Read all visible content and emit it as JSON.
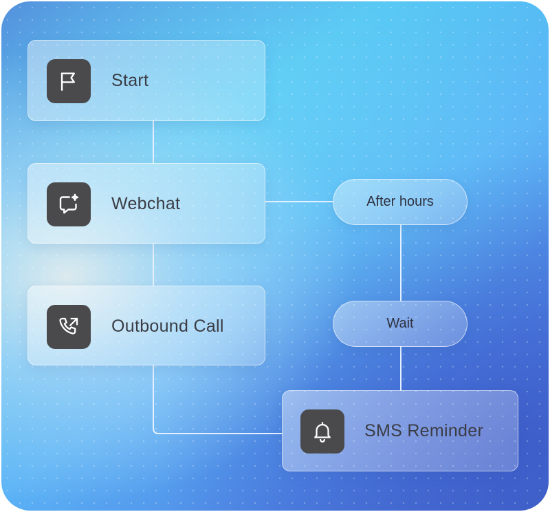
{
  "nodes": {
    "start": {
      "label": "Start",
      "icon": "flag-icon"
    },
    "webchat": {
      "label": "Webchat",
      "icon": "chat-sparkle-icon"
    },
    "outbound_call": {
      "label": "Outbound Call",
      "icon": "phone-outgoing-icon"
    },
    "sms_reminder": {
      "label": "SMS Reminder",
      "icon": "bell-icon"
    }
  },
  "branches": {
    "after_hours": {
      "label": "After hours"
    },
    "wait": {
      "label": "Wait"
    }
  },
  "colors": {
    "icon_tile": "#4a4a4c",
    "connector": "#e6f1ff",
    "label_text": "#3a3c44"
  }
}
